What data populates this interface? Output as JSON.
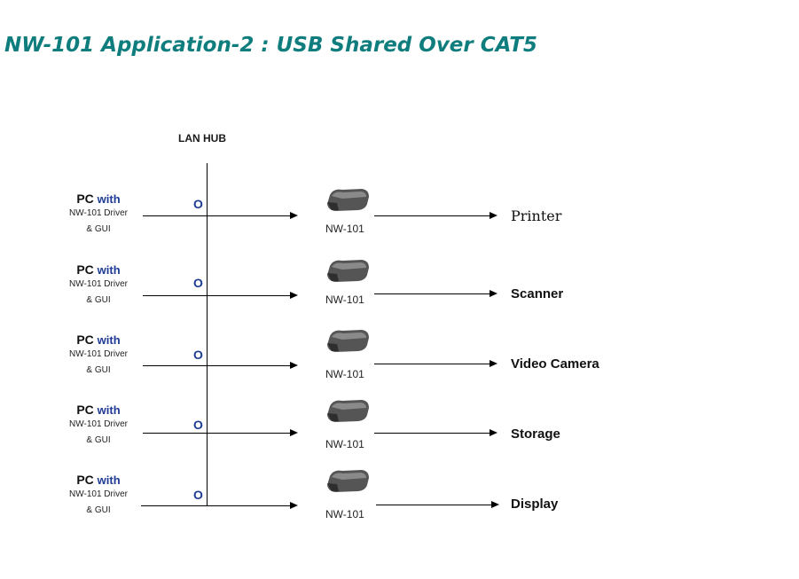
{
  "title": "NW-101 Application-2 : USB Shared Over CAT5",
  "hub_label": "LAN HUB",
  "port_glyph": "O",
  "pc": {
    "head": "PC",
    "with": "with",
    "line1": "NW-101 Driver",
    "line2": "& GUI"
  },
  "device_name": "NW-101",
  "device_icon": "usb-device-icon",
  "colors": {
    "title": "#0f7d7d",
    "accent": "#1f3a93"
  },
  "targets": [
    "Printer",
    "Scanner",
    "Video Camera",
    "Storage",
    "Display"
  ]
}
